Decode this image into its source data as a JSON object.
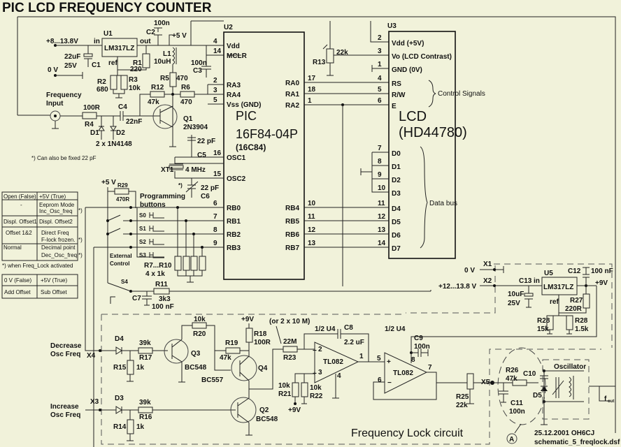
{
  "title": "PIC LCD FREQUENCY COUNTER",
  "colors": {
    "background": "#f1f2da",
    "ink": "#111111"
  },
  "power": {
    "supply_in": "+8...13.8V",
    "zero_v": "0 V",
    "u1": {
      "ref": "U1",
      "part": "LM317LZ",
      "in": "in",
      "out": "out",
      "adj": "ref"
    },
    "c1": {
      "ref": "C1",
      "value": "22uF",
      "rating": "25V"
    },
    "c2": {
      "ref": "C2",
      "value": "100n"
    },
    "r1": {
      "ref": "R1",
      "value": "220"
    },
    "r2": {
      "ref": "R2",
      "value": "680"
    },
    "r3": {
      "ref": "R3",
      "value": "10k"
    },
    "plus5": "+5 V",
    "l1": {
      "ref": "L1",
      "value": "10uH"
    },
    "c3": {
      "ref": "C3",
      "value": "100n"
    },
    "r5": {
      "ref": "R5",
      "value": "470"
    }
  },
  "input": {
    "label_line1": "Frequency",
    "label_line2": "Input",
    "r4": {
      "ref": "R4",
      "value": "100R"
    },
    "c4": {
      "ref": "C4",
      "value": "22nF"
    },
    "d1": "D1",
    "d2": "D2",
    "diodes": "2 x 1N4148",
    "r12": {
      "ref": "R12",
      "value": "47k"
    },
    "r6": {
      "ref": "R6",
      "value": "470"
    },
    "q1": {
      "ref": "Q1",
      "part": "2N3904"
    }
  },
  "u2": {
    "ref": "U2",
    "name_line1": "PIC",
    "name_line2": "16F84-04P",
    "name_line3": "(16C84)",
    "left_pins": [
      {
        "num": "4",
        "name": "Vdd"
      },
      {
        "num": "14",
        "name": "MCLR"
      },
      {
        "num": "2",
        "name": "RA3"
      },
      {
        "num": "3",
        "name": "RA4"
      },
      {
        "num": "5",
        "name": "Vss (GND)"
      },
      {
        "num": "16",
        "name": "OSC1"
      },
      {
        "num": "15",
        "name": "OSC2"
      },
      {
        "num": "6",
        "name": "RB0"
      },
      {
        "num": "7",
        "name": "RB1"
      },
      {
        "num": "8",
        "name": "RB2"
      },
      {
        "num": "9",
        "name": "RB3"
      }
    ],
    "right_pins": [
      {
        "num": "17",
        "name": "RA0"
      },
      {
        "num": "18",
        "name": "RA1"
      },
      {
        "num": "1",
        "name": "RA2"
      },
      {
        "num": "10",
        "name": "RB4"
      },
      {
        "num": "11",
        "name": "RB5"
      },
      {
        "num": "12",
        "name": "RB6"
      },
      {
        "num": "13",
        "name": "RB7"
      }
    ]
  },
  "osc": {
    "c5": {
      "ref": "C5",
      "value": "22 pF"
    },
    "xt1": {
      "ref": "XT1",
      "value": "4 MHz"
    },
    "c6": {
      "ref": "C6",
      "value": "22 pF",
      "mark": "*)"
    },
    "note": "*) Can also be fixed 22 pF"
  },
  "r13": {
    "ref": "R13",
    "value": "22k"
  },
  "u3": {
    "ref": "U3",
    "name_line1": "LCD",
    "name_line2": "(HD44780)",
    "pins": [
      {
        "num": "2",
        "name": "Vdd (+5V)"
      },
      {
        "num": "3",
        "name": "Vo (LCD Contrast)"
      },
      {
        "num": "1",
        "name": "GND (0V)"
      },
      {
        "num": "4",
        "name": "RS"
      },
      {
        "num": "5",
        "name": "R/W"
      },
      {
        "num": "6",
        "name": "E"
      },
      {
        "num": "7",
        "name": "D0"
      },
      {
        "num": "8",
        "name": "D1"
      },
      {
        "num": "9",
        "name": "D2"
      },
      {
        "num": "10",
        "name": "D3"
      },
      {
        "num": "11",
        "name": "D4"
      },
      {
        "num": "12",
        "name": "D5"
      },
      {
        "num": "13",
        "name": "D6"
      },
      {
        "num": "14",
        "name": "D7"
      }
    ],
    "control_signals": "Control Signals",
    "data_bus": "Data bus"
  },
  "buttons": {
    "plus5": "+5 V",
    "r29": {
      "ref": "R29",
      "value": "470R"
    },
    "title_line1": "Programming",
    "title_line2": "buttons",
    "switches": [
      "S0",
      "S1",
      "S2",
      "S3"
    ],
    "external_line1": "External",
    "external_line2": "Control",
    "r7_10_line1": "R7...R10",
    "r7_10_line2": "4 x 1k",
    "s4": "S4",
    "r11": {
      "ref": "R11",
      "value": "3k3"
    },
    "c7": {
      "ref": "C7",
      "value": "100 nF"
    }
  },
  "truth_table": {
    "headers": [
      "Open (False)",
      "+5V  (True)"
    ],
    "rows": [
      [
        "-",
        "Eeprom Mode",
        "Inc_Osc_freq",
        "*)"
      ],
      [
        "Displ. Offset1",
        "Displ. Offset2",
        "",
        ""
      ],
      [
        "Offset 1&2",
        "Direct Freq",
        "F-lock frozen.",
        "*)"
      ],
      [
        "Normal",
        "Decimal point",
        "Dec_Osc_freq",
        "*)"
      ]
    ],
    "note": "*) when Freq_Lock activated"
  },
  "offset_table": {
    "headers": [
      "0 V (False)",
      "+5V  (True)"
    ],
    "row": [
      "Add Offset",
      "Sub Offset"
    ]
  },
  "supply2": {
    "x1": "X1",
    "x2": "X2",
    "zero_v": "0 V",
    "supply_in": "+12...13.8 V",
    "u5": {
      "ref": "U5",
      "part": "LM317LZ",
      "adj": "ref"
    },
    "c13": {
      "ref": "C13",
      "value": "10uF",
      "rating": "25V",
      "in": "in"
    },
    "c12": {
      "ref": "C12",
      "value": "100 nF"
    },
    "plus9": "+9V",
    "r27": {
      "ref": "R27",
      "value": "220R"
    },
    "r28a": {
      "ref": "R28",
      "value": "15k"
    },
    "r28b": {
      "ref": "R28",
      "value": "1.5k"
    }
  },
  "flock": {
    "title": "Frequency Lock circuit",
    "decrease_line1": "Decrease",
    "decrease_line2": "Osc Freq",
    "increase_line1": "Increase",
    "increase_line2": "Osc Freq",
    "x4": "X4",
    "x3": "X3",
    "d4": "D4",
    "d3": "D3",
    "r17": {
      "ref": "R17",
      "value": "39k"
    },
    "r16": {
      "ref": "R16",
      "value": "39k"
    },
    "r15": {
      "ref": "R15",
      "value": "1k"
    },
    "r14": {
      "ref": "R14",
      "value": "1k"
    },
    "q3": {
      "ref": "Q3",
      "part": "BC548"
    },
    "q4": {
      "ref": "Q4",
      "part": "BC557"
    },
    "q2": {
      "ref": "Q2",
      "part": "BC548"
    },
    "r20": {
      "ref": "R20",
      "value": "10k"
    },
    "r19": {
      "ref": "R19",
      "value": "47k"
    },
    "r18": {
      "ref": "R18",
      "value": "100R"
    },
    "plus9": "+9V",
    "r23": {
      "ref": "R23",
      "value": "22M",
      "alt": "(or 2 x 10 M)"
    },
    "u4a": {
      "ref": "1/2 U4",
      "part": "TL082"
    },
    "u4b": {
      "ref": "1/2 U4",
      "part": "TL082"
    },
    "c8": {
      "ref": "C8",
      "value": "2.2 uF"
    },
    "c9": {
      "ref": "C9",
      "value": "100n"
    },
    "r21": {
      "ref": "R21",
      "value": "10k"
    },
    "r22": {
      "ref": "R22",
      "value": "10k"
    },
    "plus9b": "+9V",
    "opamp_pins": {
      "p1": "1",
      "p2": "2",
      "p3": "3",
      "p4": "4",
      "p5": "5",
      "p6": "6",
      "p7": "7",
      "p8": "8"
    },
    "r25": {
      "ref": "R25",
      "value": "22k"
    },
    "x5": "X5"
  },
  "oscillator": {
    "title": "Oscillator",
    "r26": {
      "ref": "R26",
      "value": "47k"
    },
    "c10": "C10",
    "d5": "D5",
    "c11": {
      "ref": "C11",
      "value": "100n"
    },
    "marker": "A",
    "fout": "f",
    "fout_sub": "out"
  },
  "footer": {
    "date_author": "25.12.2001 OH6CJ",
    "filename": "schematic_5_freqlock.dsf"
  }
}
